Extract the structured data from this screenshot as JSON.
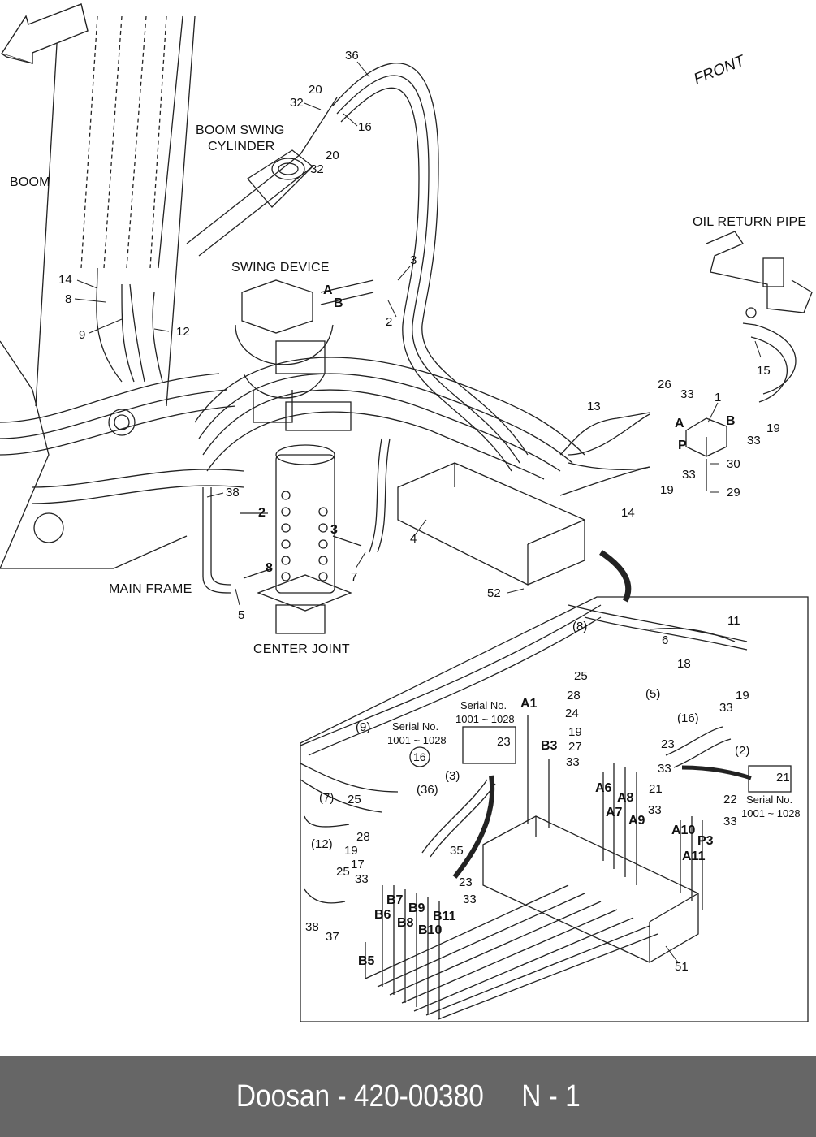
{
  "footer": {
    "brand": "Doosan",
    "part_number": "420-00380",
    "sheet": "N - 1",
    "text": "Doosan - 420-00380     N - 1"
  },
  "diagram": {
    "front_arrow": "FRONT",
    "area_labels": {
      "boom": "BOOM",
      "boom_swing_cylinder_l1": "BOOM SWING",
      "boom_swing_cylinder_l2": "CYLINDER",
      "swing_device": "SWING DEVICE",
      "oil_return_pipe": "OIL RETURN PIPE",
      "main_frame": "MAIN FRAME",
      "center_joint": "CENTER JOINT"
    },
    "main_callouts": {
      "c36": "36",
      "c20a": "20",
      "c32a": "32",
      "c16": "16",
      "c20b": "20",
      "c32b": "32",
      "c14": "14",
      "c8": "8",
      "c9": "9",
      "c12": "12",
      "c3": "3",
      "c2": "2",
      "port_a": "A",
      "port_b": "B",
      "c15": "15",
      "c26": "26",
      "c33a": "33",
      "c1": "1",
      "c13": "13",
      "blk_a": "A",
      "blk_b": "B",
      "blk_p": "P",
      "c19a": "19",
      "c33b": "33",
      "c33c": "33",
      "c19b": "19",
      "c30": "30",
      "c29": "29",
      "c14b": "14",
      "c38": "38",
      "cj2": "2",
      "cj3": "3",
      "cj8": "8",
      "c4": "4",
      "c7": "7",
      "c5": "5",
      "c52": "52"
    },
    "inset_callouts": {
      "p8": "(8)",
      "c11": "11",
      "c6": "6",
      "c18": "18",
      "c25a": "25",
      "c28a": "28",
      "c24": "24",
      "p5": "(5)",
      "c19c": "19",
      "c33d": "33",
      "c19d": "19",
      "c27": "27",
      "c23a": "23",
      "c33e": "33",
      "p16": "(16)",
      "p2": "(2)",
      "c33f": "33",
      "c21a": "21",
      "c21b": "21",
      "c22": "22",
      "c33g": "33",
      "c33h": "33",
      "p9": "(9)",
      "p7": "(7)",
      "p12": "(12)",
      "c25b": "25",
      "c28b": "28",
      "c19e": "19",
      "c17": "17",
      "c25c": "25",
      "c33i": "33",
      "c23b": "23",
      "c33j": "33",
      "c35": "35",
      "p36": "(36)",
      "p3": "(3)",
      "circ16": "16",
      "c38b": "38",
      "c37": "37",
      "c51": "51",
      "c23c": "23"
    },
    "port_labels": {
      "A1": "A1",
      "B3": "B3",
      "A6": "A6",
      "A7": "A7",
      "A8": "A8",
      "A9": "A9",
      "A10": "A10",
      "A11": "A11",
      "P3": "P3",
      "B5": "B5",
      "B6": "B6",
      "B7": "B7",
      "B8": "B8",
      "B9": "B9",
      "B10": "B10",
      "B11": "B11"
    },
    "serial_notes": [
      {
        "label": "Serial No.",
        "range": "1001 ~ 1028"
      },
      {
        "label": "Serial No.",
        "range": "1001 ~ 1028"
      },
      {
        "label": "Serial No.",
        "range": "1001 ~ 1028"
      }
    ]
  }
}
